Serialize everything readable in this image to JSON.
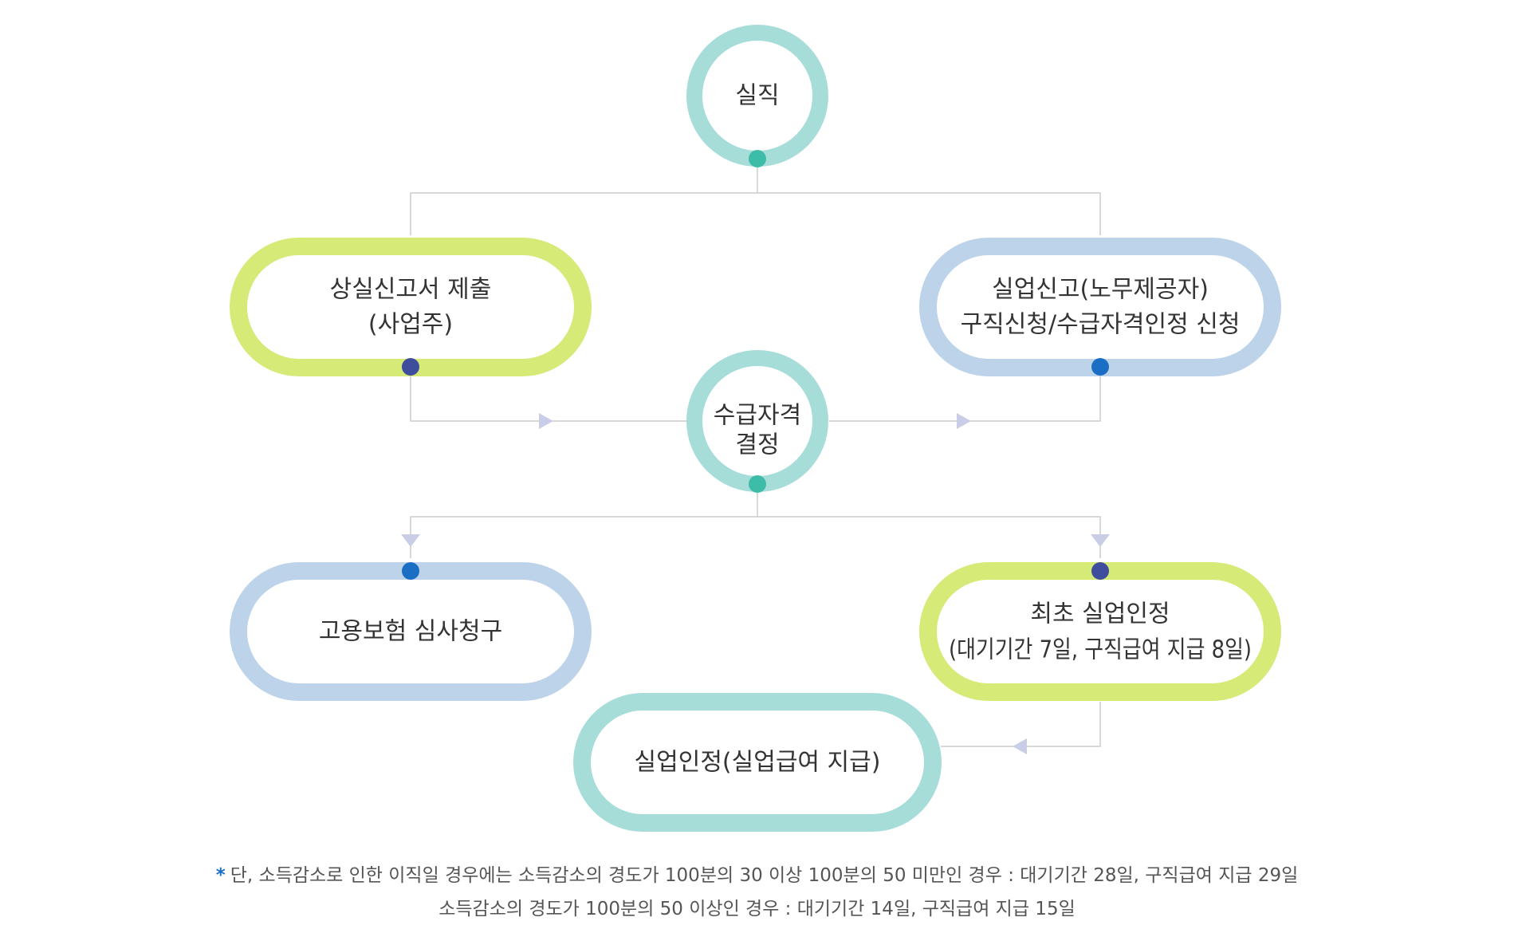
{
  "colors": {
    "teal": "#a6ddd8",
    "teal_dot": "#3dbca9",
    "lime": "#d6ea78",
    "light_blue": "#bcd3ea",
    "navy_dot": "#3e4d9c",
    "blue_dot": "#1a6fc4",
    "connector": "#cccccc",
    "arrow": "#c9cde6"
  },
  "nodes": {
    "job_loss": "실직",
    "loss_report_line1": "상실신고서 제출",
    "loss_report_line2": "(사업주)",
    "unemployment_report_line1": "실업신고(노무제공자)",
    "unemployment_report_line2": "구직신청/수급자격인정 신청",
    "eligibility_line1": "수급자격",
    "eligibility_line2": "결정",
    "review_request": "고용보험 심사청구",
    "first_recognition_line1": "최초 실업인정",
    "first_recognition_line2": "(대기기간 7일, 구직급여 지급 8일)",
    "recognition": "실업인정(실업급여 지급)"
  },
  "notes": {
    "marker": "*",
    "line1": "단, 소득감소로 인한 이직일 경우에는 소득감소의 경도가 100분의 30 이상 100분의 50 미만인 경우 : 대기기간 28일, 구직급여 지급 29일",
    "line2": "소득감소의 경도가 100분의 50 이상인 경우 : 대기기간 14일, 구직급여 지급 15일"
  }
}
